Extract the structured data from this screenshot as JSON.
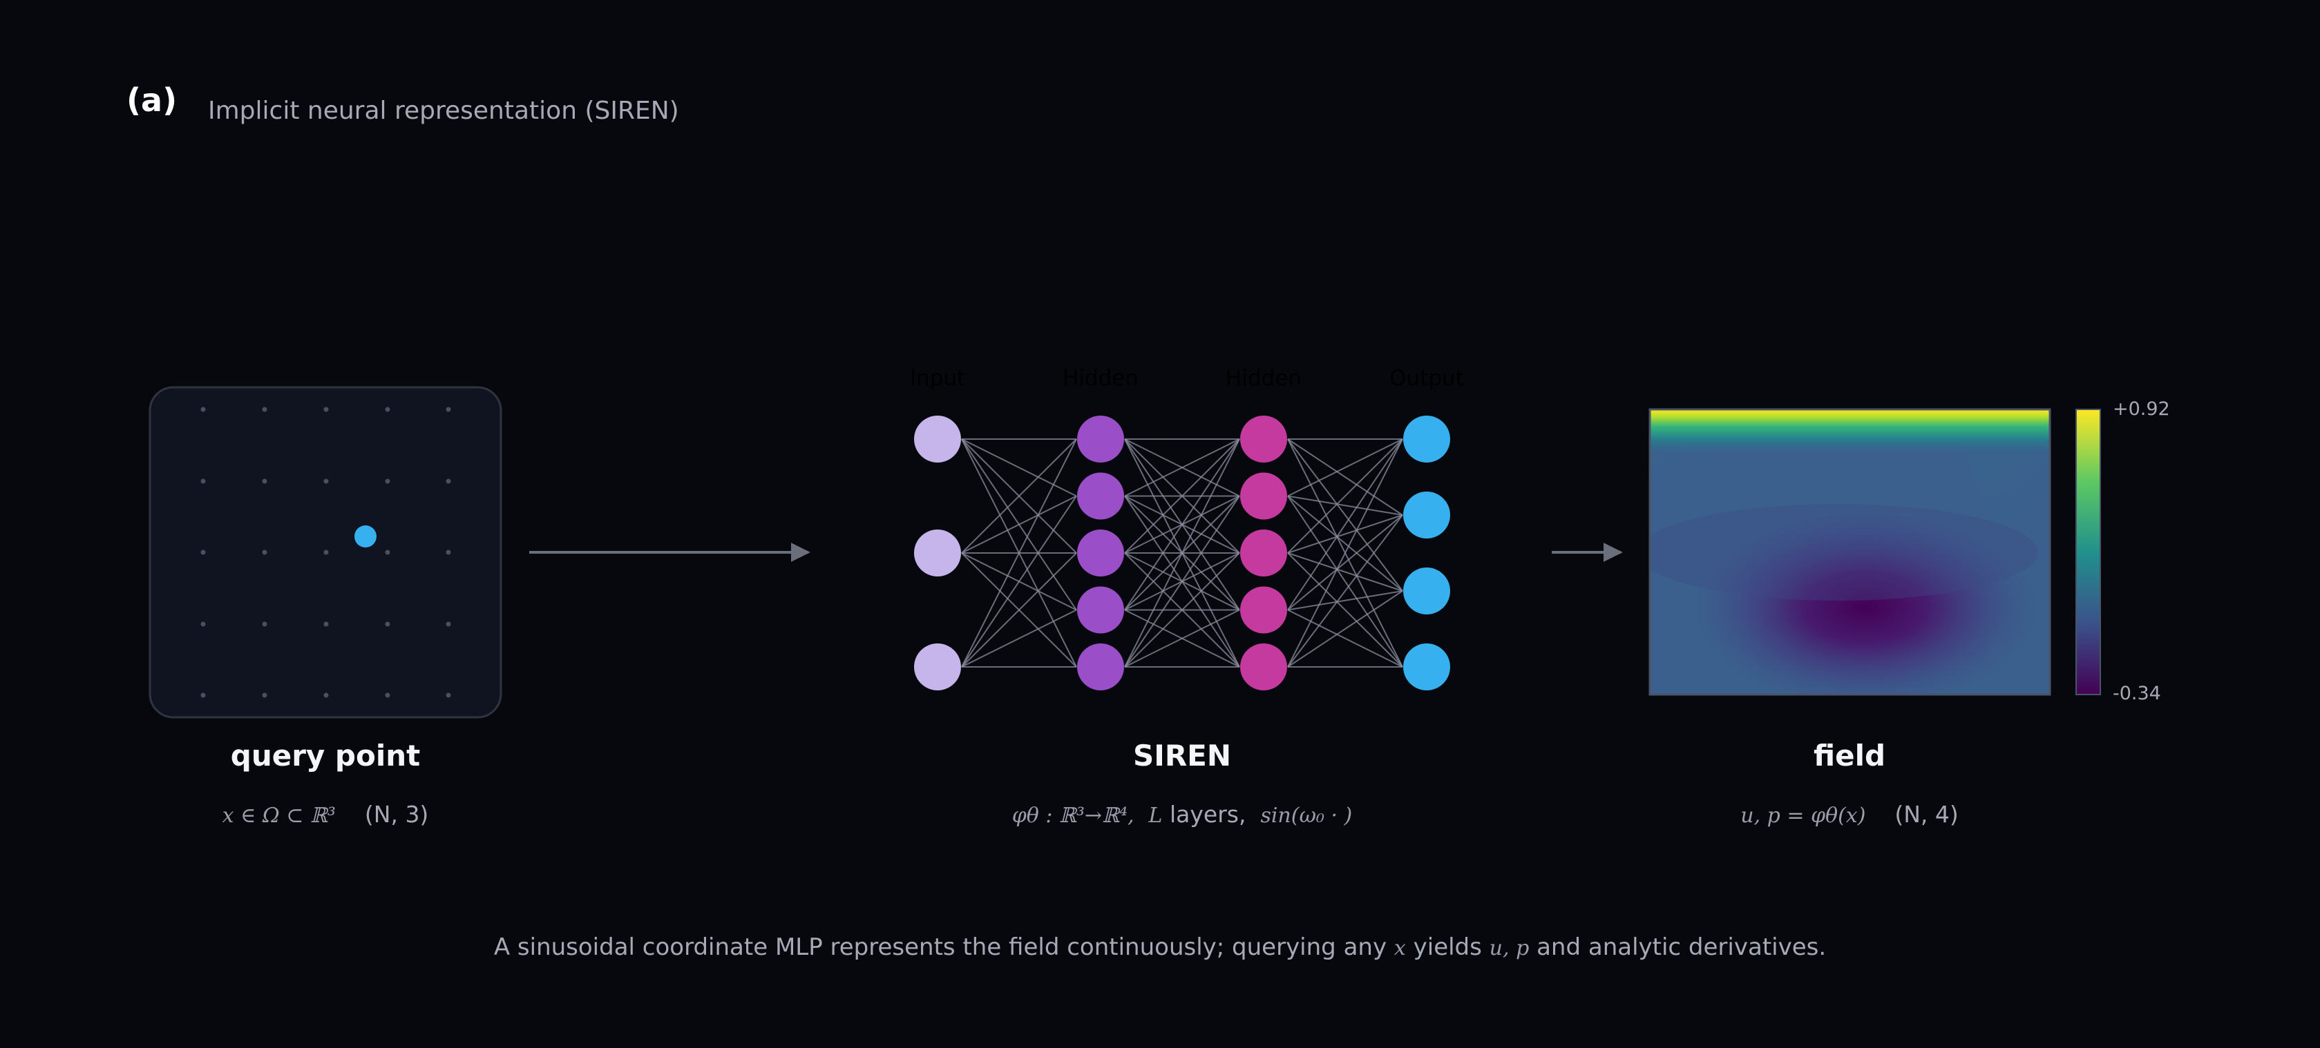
{
  "panel": {
    "letter": "(a)",
    "title": "Implicit neural representation (SIREN)"
  },
  "network": {
    "layers": [
      {
        "label": "Input",
        "nodes": 3,
        "color": "#c5b5ea"
      },
      {
        "label": "Hidden",
        "nodes": 5,
        "color": "#9a4fc9"
      },
      {
        "label": "Hidden",
        "nodes": 5,
        "color": "#c43a9e"
      },
      {
        "label": "Output",
        "nodes": 4,
        "color": "#36b0ee"
      }
    ]
  },
  "query": {
    "title": "query point",
    "math": "x ∈ Ω ⊂ ℝ³",
    "shape": "(N, 3)",
    "accent": "#36b0ee"
  },
  "siren": {
    "title": "SIREN",
    "math_map": "φθ : ℝ³→ℝ⁴,",
    "math_L": "L",
    "layers_word": "layers,",
    "math_act": "sin(ω₀ · )"
  },
  "field": {
    "title": "field",
    "math": "u, p = φθ(x)",
    "shape": "(N, 4)",
    "colorbar": {
      "max": "+0.92",
      "min": "-0.34",
      "colormap": "viridis"
    }
  },
  "footer": {
    "before": "A sinusoidal coordinate MLP represents the field continuously; querying any",
    "var_x": "x",
    "mid": "yields",
    "var_up": "u, p",
    "after": "and analytic derivatives."
  }
}
